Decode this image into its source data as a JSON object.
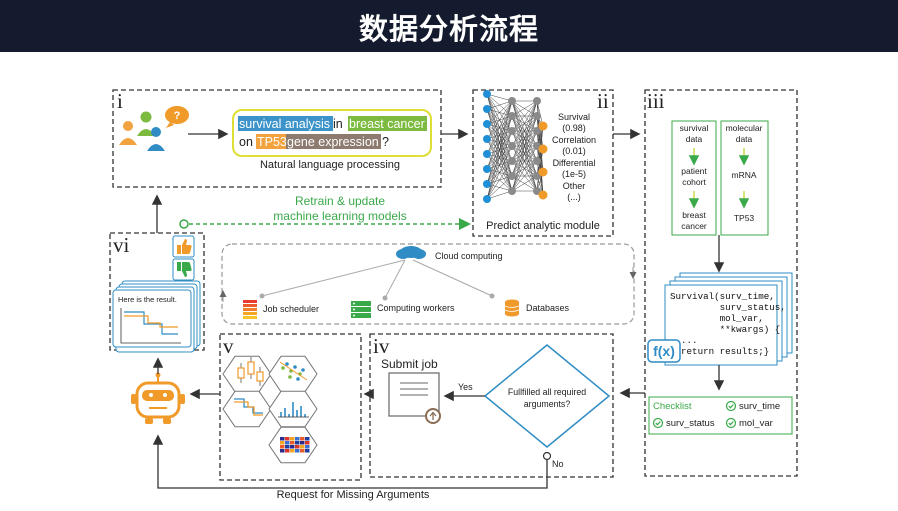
{
  "header": {
    "title": "数据分析流程"
  },
  "section_labels": {
    "i": "i",
    "ii": "ii",
    "iii": "iii",
    "iv": "iv",
    "v": "v",
    "vi": "vi"
  },
  "query": {
    "bubble_icon": "?",
    "parts": [
      "survival analysis",
      " in ",
      "breast cancer",
      "on ",
      "TP53",
      " gene expression",
      "?"
    ],
    "colors": {
      "survival": "#3b93c9",
      "cancer": "#7cbb3f",
      "tp53": "#f2a23e",
      "gene": "#8c7b6e",
      "border": "#dede35"
    }
  },
  "nlp_label": "Natural language processing",
  "nn_outputs": [
    "Survival",
    "(0.98)",
    "Correlation",
    "(0.01)",
    "Differential",
    "(1e-5)",
    "Other",
    "(...)"
  ],
  "predict_label": "Predict analytic module",
  "retrain_label": [
    "Retrain & update",
    "machine learning models"
  ],
  "cloud": {
    "label": "Cloud computing",
    "job_scheduler": "Job scheduler",
    "computing_workers": "Computing workers",
    "databases": "Databases"
  },
  "result_label": "Here is the result.",
  "mapping": {
    "left": [
      "survival",
      "data",
      "patient",
      "cohort",
      "breast",
      "cancer"
    ],
    "right": [
      "molecular",
      "data",
      "mRNA",
      "TP53"
    ]
  },
  "code_lines": [
    "Survival(surv_time,",
    "         surv_status,",
    "         mol_var,",
    "         **kwargs) {",
    "  ...",
    "  return results;}"
  ],
  "fx_label": "f(x)",
  "checklist": {
    "title": "Checklist",
    "items": [
      "surv_time",
      "surv_status",
      "mol_var"
    ]
  },
  "submit_job": "Submit job",
  "decision": [
    "Fullfilled all required",
    "arguments?"
  ],
  "yes_label": "Yes",
  "no_label": "No",
  "request_label": "Request for Missing Arguments",
  "colors": {
    "header_bg": "#141b2e",
    "green": "#3aa94a",
    "blue_icon": "#2f8cc4",
    "orange": "#f09a2a",
    "nn_blue": "#1f8fd6",
    "gray_node": "#8a8a8a"
  }
}
